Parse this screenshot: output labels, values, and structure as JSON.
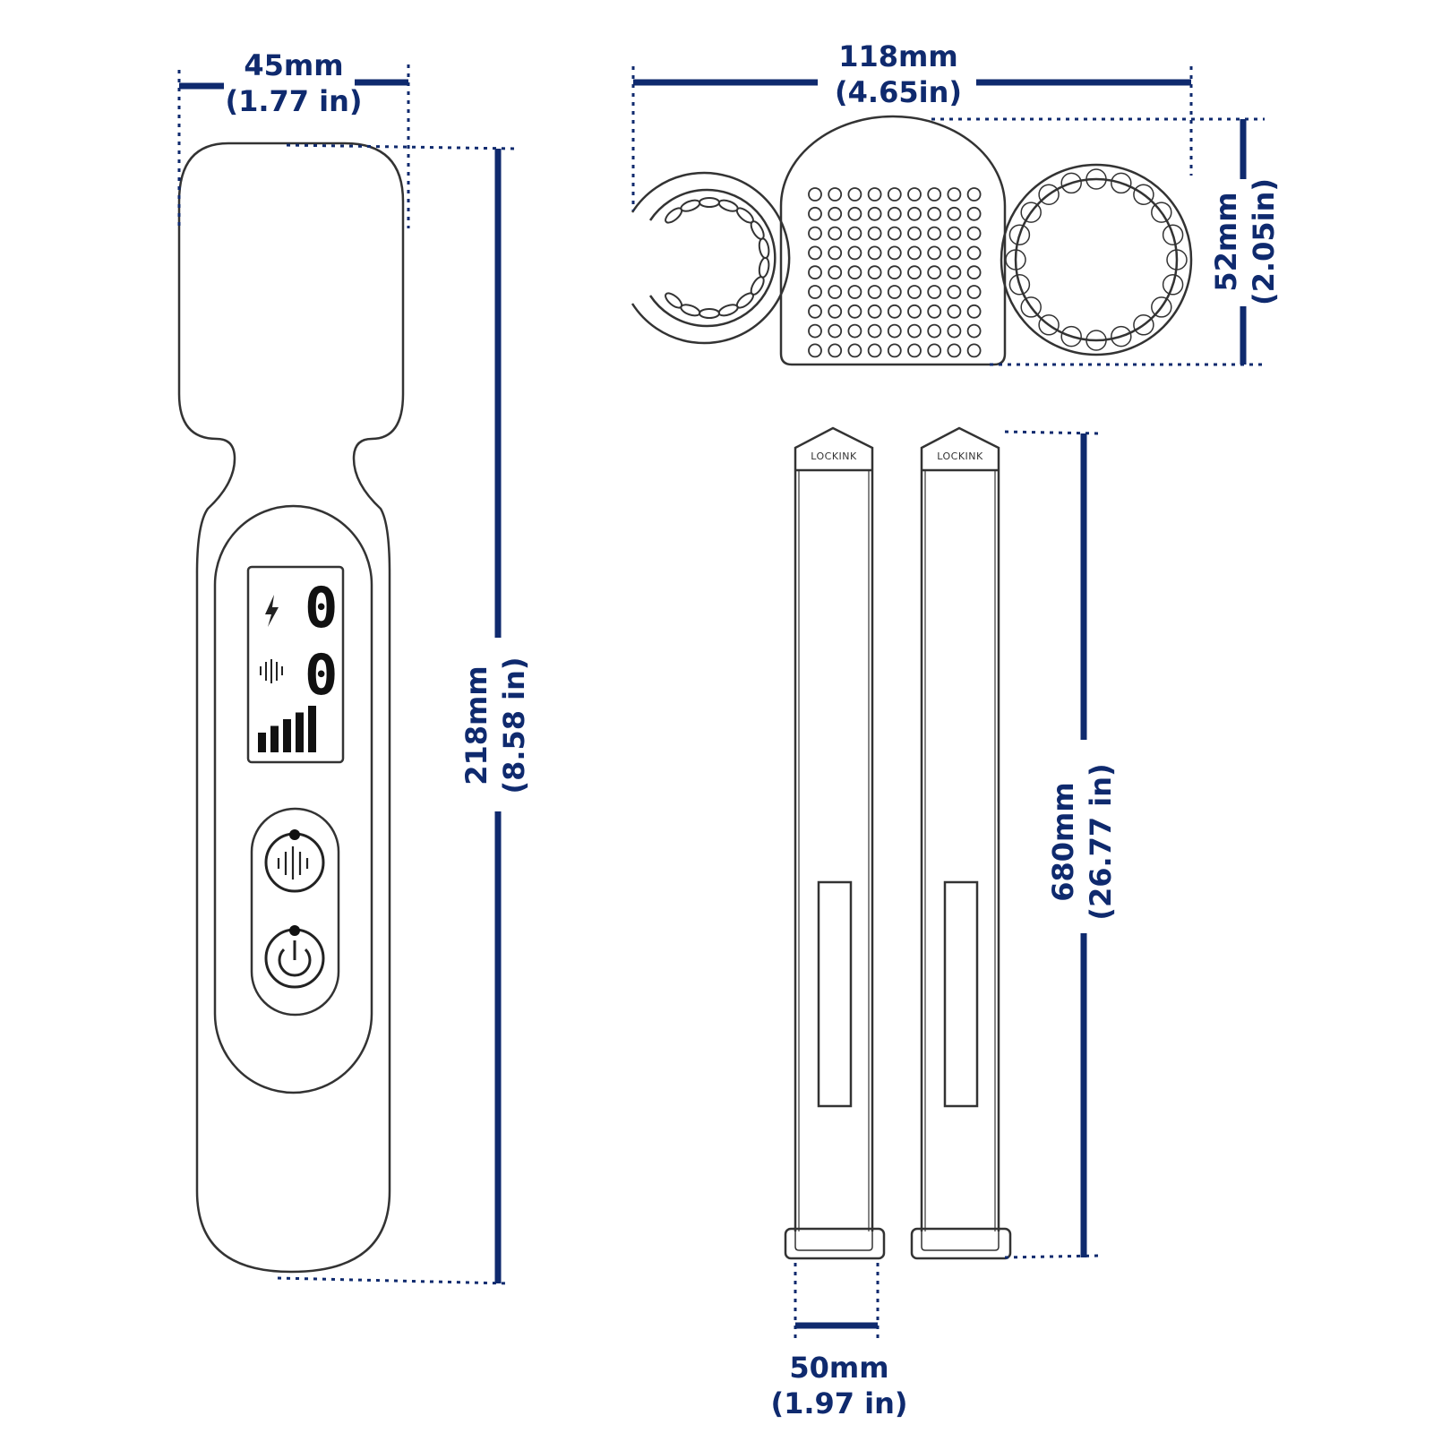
{
  "dimensions": {
    "wand_width": {
      "metric": "45mm",
      "imperial": "(1.77 in)"
    },
    "wand_height": {
      "metric": "218mm",
      "imperial": "(8.58 in)"
    },
    "accessory_width": {
      "metric": "118mm",
      "imperial": "(4.65in)"
    },
    "accessory_height": {
      "metric": "52mm",
      "imperial": "(2.05in)"
    },
    "strap_length": {
      "metric": "680mm",
      "imperial": "(26.77 in)"
    },
    "strap_width": {
      "metric": "50mm",
      "imperial": "(1.97 in)"
    }
  },
  "display": {
    "power_level": "0",
    "vibration_level": "0",
    "signal_bars_lit": 5
  },
  "strap": {
    "brand": "LOCKINK"
  },
  "icons": {
    "power_indicator": "lightning-icon",
    "vibration_indicator": "vibration-wave-icon",
    "mode_button": "vibration-mode-icon",
    "power_button": "power-icon"
  },
  "colors": {
    "dimension": "#0f2a6e",
    "outline": "#333333"
  }
}
